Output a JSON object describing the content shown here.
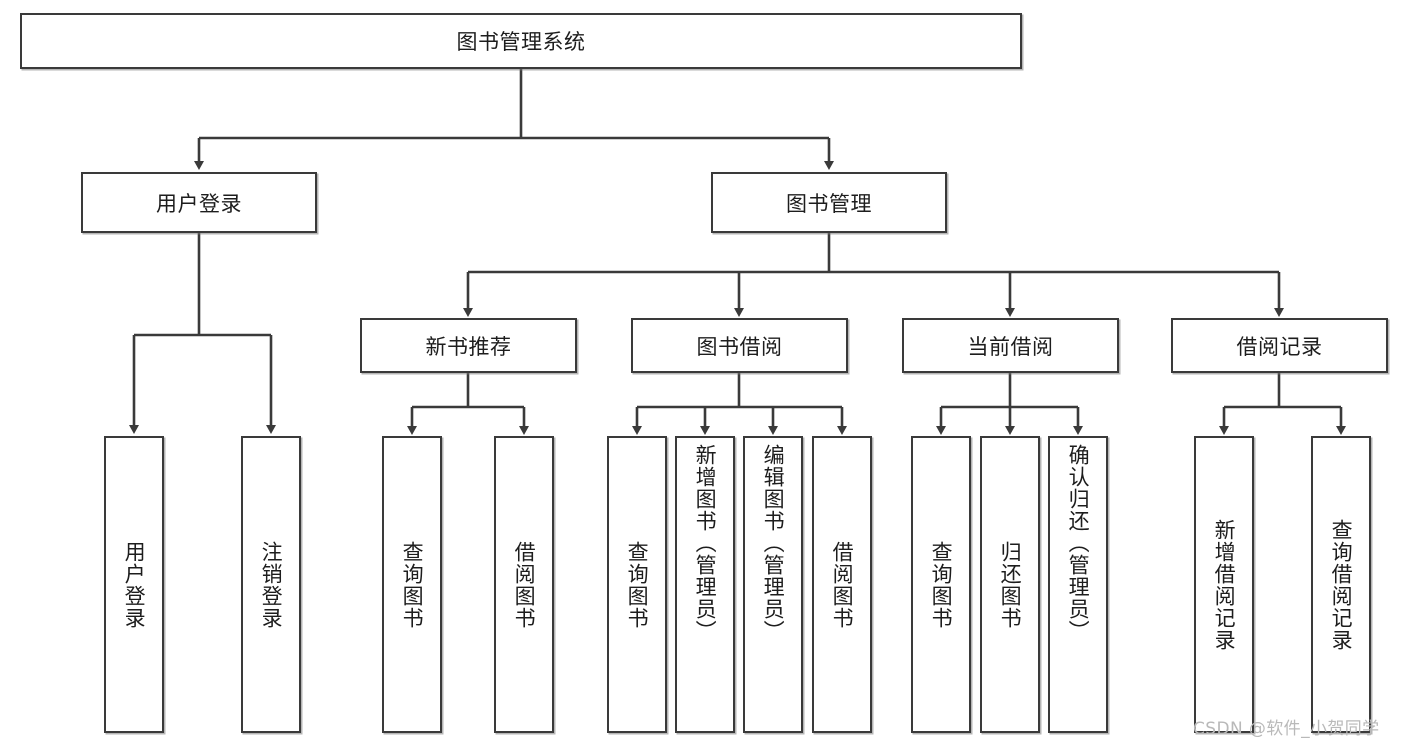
{
  "diagram": {
    "title": "图书管理系统",
    "type": "tree-hierarchy",
    "root": {
      "label": "图书管理系统"
    },
    "level1": [
      {
        "label": "用户登录"
      },
      {
        "label": "图书管理"
      }
    ],
    "level2": [
      {
        "label": "新书推荐"
      },
      {
        "label": "图书借阅"
      },
      {
        "label": "当前借阅"
      },
      {
        "label": "借阅记录"
      }
    ],
    "leaves": {
      "user_login": [
        {
          "label": "用户登录"
        },
        {
          "label": "注销登录"
        }
      ],
      "new_book_recommend": [
        {
          "label": "查询图书"
        },
        {
          "label": "借阅图书"
        }
      ],
      "book_borrow": [
        {
          "label": "查询图书"
        },
        {
          "label": "新增图书（管理员）"
        },
        {
          "label": "编辑图书（管理员）"
        },
        {
          "label": "借阅图书"
        }
      ],
      "current_borrow": [
        {
          "label": "查询图书"
        },
        {
          "label": "归还图书"
        },
        {
          "label": "确认归还（管理员）"
        }
      ],
      "borrow_record": [
        {
          "label": "新增借阅记录"
        },
        {
          "label": "查询借阅记录"
        }
      ]
    }
  },
  "watermark": {
    "text": "CSDN @软件_小贺同学"
  },
  "colors": {
    "stroke": "#3a3a3a",
    "fill": "#ffffff",
    "text": "#1d1d1d",
    "watermark": "#b9b9b9"
  }
}
